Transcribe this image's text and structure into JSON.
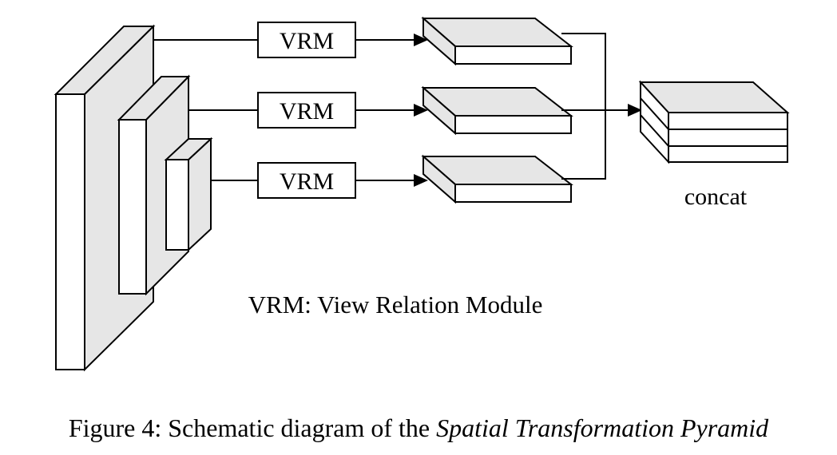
{
  "diagram": {
    "modules": [
      {
        "label": "VRM"
      },
      {
        "label": "VRM"
      },
      {
        "label": "VRM"
      }
    ],
    "concat_label": "concat",
    "legend": "VRM: View Relation Module"
  },
  "caption": {
    "prefix": "Figure 4: Schematic diagram of the ",
    "title": "Spatial Transformation Pyramid"
  },
  "colors": {
    "stroke": "#000000",
    "shaded_face": "#e6e6e6",
    "front_face": "#ffffff"
  }
}
